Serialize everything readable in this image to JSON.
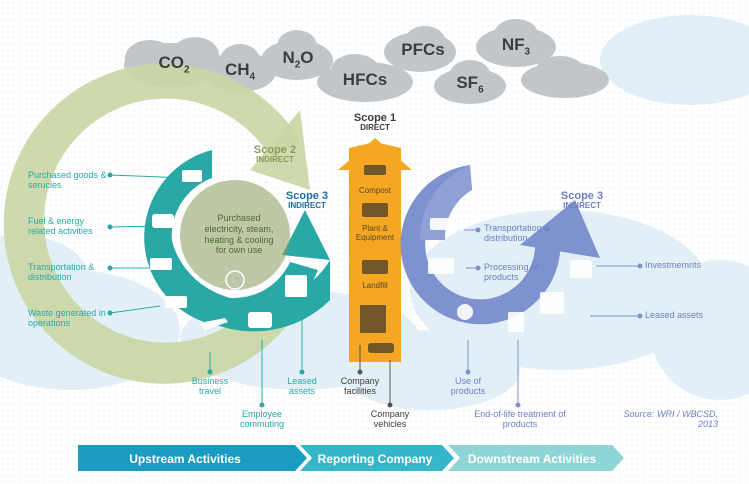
{
  "gases": {
    "co2": {
      "base": "CO",
      "sub": "2"
    },
    "ch4": {
      "base": "CH",
      "sub": "4"
    },
    "n2o": {
      "base": "N",
      "sub": "2",
      "tail": "O"
    },
    "pfcs": "PFCs",
    "hfcs": "HFCs",
    "nf3": {
      "base": "NF",
      "sub": "3"
    },
    "sf6": {
      "base": "SF",
      "sub": "6"
    }
  },
  "scopes": {
    "scope1": {
      "title": "Scope 1",
      "subtitle": "DIRECT"
    },
    "scope2": {
      "title": "Scope 2",
      "subtitle": "INDIRECT"
    },
    "scope3_up": {
      "title": "Scope 3",
      "subtitle": "INDIRECT"
    },
    "scope3_down": {
      "title": "Scope 3",
      "subtitle": "INDIRECT"
    }
  },
  "center_label": "Purchased electricity, steam, heating & cooling for own use",
  "upstream_left": [
    "Purchased goods & serucies",
    "Fuel & energy related activities",
    "Transportation & distribution",
    "Waste generated in operations"
  ],
  "upstream_bottom": {
    "business_travel": "Business travel",
    "employee_commuting": "Employee commuting",
    "leased_assets": "Leased assets"
  },
  "scope1_items": {
    "compost": "Compost",
    "plant": "Plant & Equipment",
    "landfill": "Landfill"
  },
  "company_bottom": {
    "facilities": "Company facilities",
    "vehicles": "Company vehicles"
  },
  "downstream": {
    "transport": "Transportation & distribution",
    "processing": "Processing of products",
    "investments": "Investmemnts",
    "leased": "Leased assets",
    "use": "Use of products",
    "end_of_life": "End-of-life treatment of products"
  },
  "source": "Source: WRI / WBCSD, 2013",
  "bands": {
    "upstream": "Upstream Activities",
    "reporting": "Reporting Company",
    "downstream": "Downstream Activities"
  },
  "colors": {
    "olive": "#c9d6a4",
    "teal": "#2aa8a6",
    "blue": "#7d92cf",
    "orange": "#f5a623",
    "band_dark": "#1a9cc2",
    "band_mid": "#35b6c9",
    "band_light": "#8fd4d6"
  }
}
